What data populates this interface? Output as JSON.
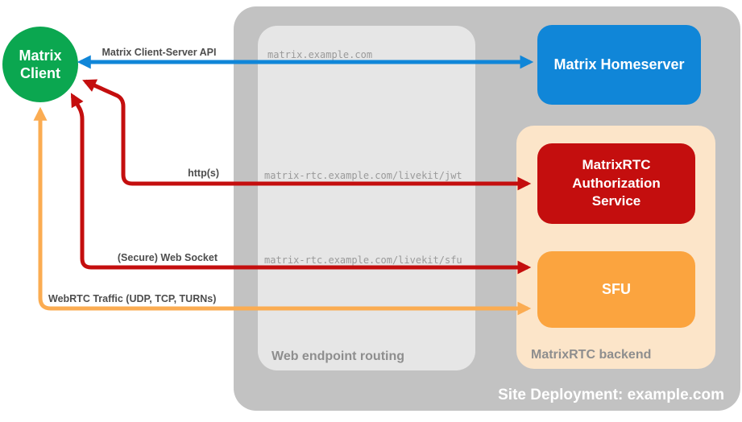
{
  "client": {
    "line1": "Matrix",
    "line2": "Client"
  },
  "homeserver_label": "Matrix Homeserver",
  "auth_service_label": "MatrixRTC Authorization Service",
  "sfu_label": "SFU",
  "site_label": "Site Deployment: example.com",
  "routing_label": "Web endpoint routing",
  "backend_label": "MatrixRTC backend",
  "arrows": {
    "client_server_api": {
      "label": "Matrix Client-Server API",
      "color": "#1086d8",
      "direction": "bidirectional"
    },
    "https": {
      "label": "http(s)",
      "color": "#c40e0e",
      "direction": "bidirectional"
    },
    "websocket": {
      "label": "(Secure) Web Socket",
      "color": "#c40e0e",
      "direction": "bidirectional"
    },
    "webrtc": {
      "label": "WebRTC Traffic (UDP, TCP, TURNs)",
      "color": "#fbac52",
      "direction": "bidirectional"
    }
  },
  "endpoints": {
    "homeserver": "matrix.example.com",
    "jwt": "matrix-rtc.example.com/livekit/jwt",
    "sfu": "matrix-rtc.example.com/livekit/sfu"
  },
  "colors": {
    "green": "#0ba750",
    "blue": "#1086d8",
    "red": "#c40e0e",
    "orange": "#fba43f",
    "orange_arrow": "#fbac52",
    "backend_peach": "#fce5c9",
    "container_gray": "#c2c2c2",
    "routing_gray": "#e6e6e6"
  }
}
